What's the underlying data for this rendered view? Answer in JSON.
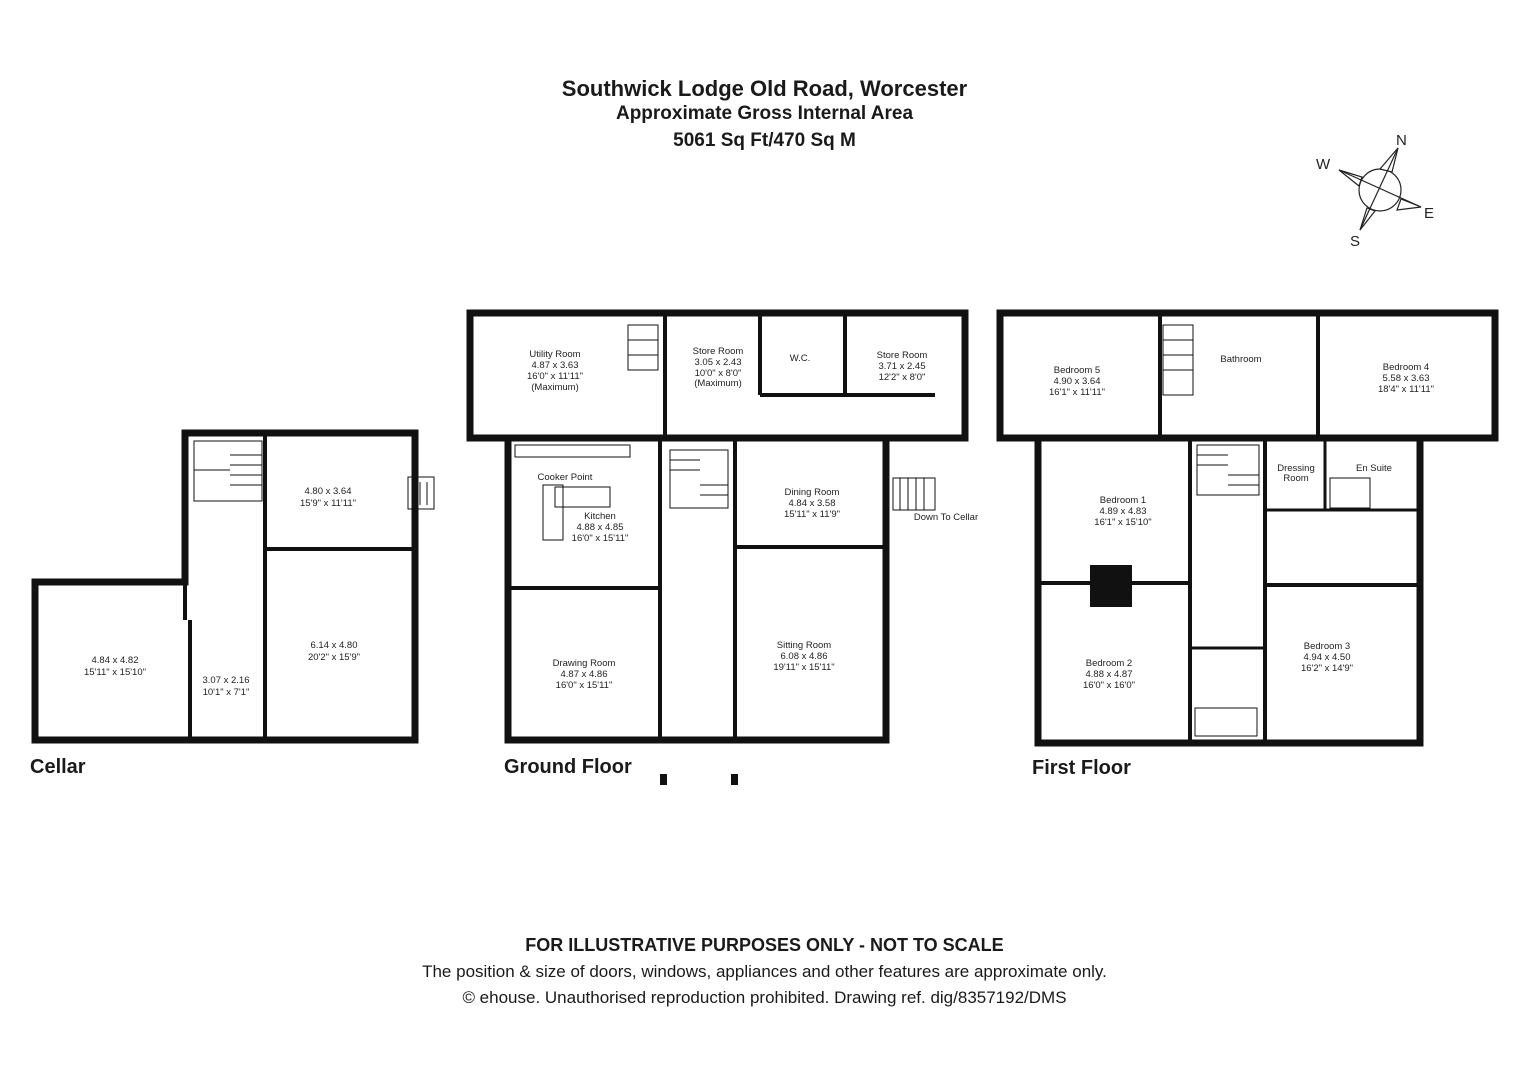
{
  "header": {
    "title": "Southwick Lodge Old Road, Worcester",
    "subtitle": "Approximate Gross Internal Area",
    "area": "5061 Sq Ft/470 Sq M"
  },
  "compass": {
    "n": "N",
    "e": "E",
    "s": "S",
    "w": "W"
  },
  "floors": {
    "cellar": "Cellar",
    "ground": "Ground Floor",
    "first": "First Floor"
  },
  "cellar_rooms": {
    "c1": {
      "m": "4.80 x 3.64",
      "ft": "15'9\" x 11'11\""
    },
    "c2": {
      "m": "6.14 x 4.80",
      "ft": "20'2\" x 15'9\""
    },
    "c3": {
      "m": "4.84 x 4.82",
      "ft": "15'11\" x 15'10\""
    },
    "c4": {
      "m": "3.07 x 2.16",
      "ft": "10'1\" x 7'1\""
    }
  },
  "ground_rooms": {
    "utility": {
      "name": "Utility Room",
      "m": "4.87 x 3.63",
      "ft": "16'0\" x 11'11\"",
      "extra": "(Maximum)"
    },
    "store1": {
      "name": "Store Room",
      "m": "3.05 x 2.43",
      "ft": "10'0\" x 8'0\"",
      "extra": "(Maximum)"
    },
    "wc": {
      "name": "W.C."
    },
    "store2": {
      "name": "Store Room",
      "m": "3.71 x 2.45",
      "ft": "12'2\" x 8'0\""
    },
    "kitchen": {
      "name": "Kitchen",
      "m": "4.88 x 4.85",
      "ft": "16'0\" x 15'11\""
    },
    "cooker": "Cooker Point",
    "dining": {
      "name": "Dining Room",
      "m": "4.84 x 3.58",
      "ft": "15'11\" x 11'9\""
    },
    "cellar_stairs": "Down To Cellar",
    "drawing": {
      "name": "Drawing Room",
      "m": "4.87 x 4.86",
      "ft": "16'0\" x 15'11\""
    },
    "sitting": {
      "name": "Sitting Room",
      "m": "6.08 x 4.86",
      "ft": "19'11\" x 15'11\""
    }
  },
  "first_rooms": {
    "bed5": {
      "name": "Bedroom 5",
      "m": "4.90 x 3.64",
      "ft": "16'1\" x 11'11\""
    },
    "bathroom": {
      "name": "Bathroom"
    },
    "bed4": {
      "name": "Bedroom 4",
      "m": "5.58 x 3.63",
      "ft": "18'4\" x 11'11\""
    },
    "bed1": {
      "name": "Bedroom 1",
      "m": "4.89 x 4.83",
      "ft": "16'1\" x 15'10\""
    },
    "dressing": {
      "name": "Dressing",
      "name2": "Room"
    },
    "ensuite": {
      "name": "En Suite"
    },
    "bed2": {
      "name": "Bedroom 2",
      "m": "4.88 x 4.87",
      "ft": "16'0\" x 16'0\""
    },
    "bed3": {
      "name": "Bedroom 3",
      "m": "4.94 x 4.50",
      "ft": "16'2\" x 14'9\""
    }
  },
  "footer": {
    "disclaimer": "FOR ILLUSTRATIVE PURPOSES ONLY - NOT TO SCALE",
    "note": "The position & size of doors, windows, appliances and other features are approximate only.",
    "copyright": "© ehouse. Unauthorised reproduction prohibited. Drawing ref. dig/8357192/DMS"
  },
  "colors": {
    "wall": "#111111",
    "fill": "#ffffff",
    "text": "#1a1a1a"
  }
}
